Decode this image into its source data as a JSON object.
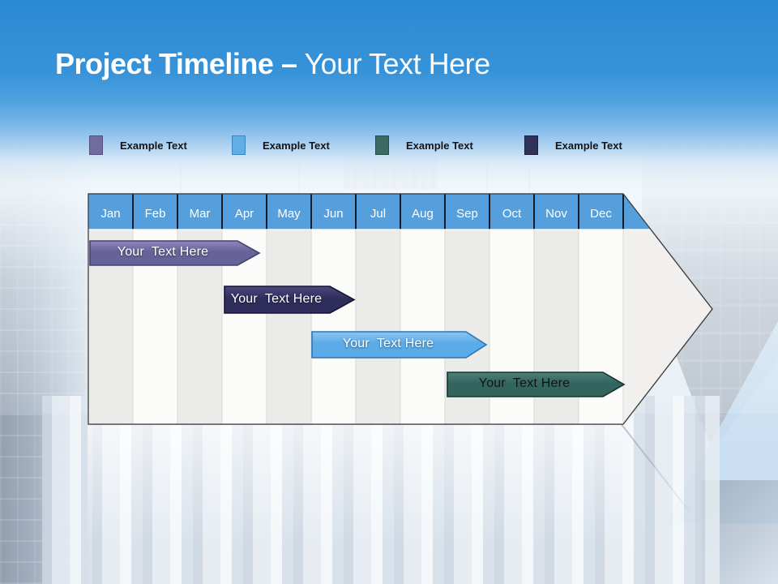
{
  "title": {
    "bold": "Project Timeline –",
    "light": "Your Text Here"
  },
  "legend": {
    "items": [
      {
        "label": "Example Text",
        "color": "#716c9f",
        "border": "#56527f"
      },
      {
        "label": "Example Text",
        "color": "#60aee6",
        "border": "#3d85bf"
      },
      {
        "label": "Example Text",
        "color": "#3d6a62",
        "border": "#264d46"
      },
      {
        "label": "Example Text",
        "color": "#32315a",
        "border": "#1f1e3d"
      }
    ]
  },
  "timeline": {
    "months": [
      "Jan",
      "Feb",
      "Mar",
      "Apr",
      "May",
      "Jun",
      "Jul",
      "Aug",
      "Sep",
      "Oct",
      "Nov",
      "Dec"
    ],
    "header_color": "#55a0dc",
    "header_text_color": "#fdfeff",
    "header_divider_color": "#131c2a",
    "column_color_even": "#ebebea",
    "column_color_odd": "#fbfbf9",
    "column_divider_color": "#d7d7d5",
    "arrow_fill": "#f1f0ee",
    "arrow_border": "#3d3d3d",
    "bars": [
      {
        "label": "Your  Text Here",
        "fill": "#66629a",
        "fill_light": "#8d89ba",
        "border": "#45416e",
        "text_color": "#ffffff",
        "start_month": "Jan",
        "end_month": "Apr"
      },
      {
        "label": "Your  Text Here",
        "fill": "#2f2d5c",
        "fill_light": "#4c4a7c",
        "border": "#17152f",
        "text_color": "#ffffff",
        "start_month": "Apr",
        "end_month": "Jun"
      },
      {
        "label": "Your  Text Here",
        "fill": "#5aabe8",
        "fill_light": "#8bc5f1",
        "border": "#2d74b2",
        "text_color": "#ffffff",
        "start_month": "Jun",
        "end_month": "Sep"
      },
      {
        "label": "Your  Text Here",
        "fill": "#33655f",
        "fill_light": "#4e7f78",
        "border": "#16352f",
        "text_color": "#131313",
        "start_month": "Sep",
        "end_month": "Dec"
      }
    ]
  }
}
